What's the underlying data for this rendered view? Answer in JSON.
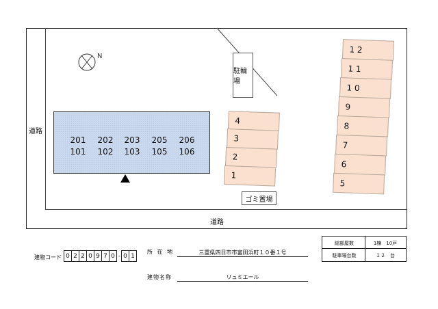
{
  "site_plan": {
    "road_left": "道路",
    "road_bottom": "道路",
    "bike_parking": "駐輪場",
    "garbage": "ゴミ置場",
    "compass": "N-icon",
    "building_units_upper": [
      "201",
      "202",
      "203",
      "205",
      "206"
    ],
    "building_units_lower": [
      "101",
      "102",
      "103",
      "105",
      "106"
    ],
    "parking_left": [
      "4",
      "3",
      "2",
      "1"
    ],
    "parking_right": [
      "1 2",
      "1 1",
      "1 0",
      "9",
      "8",
      "7",
      "6",
      "5"
    ],
    "colors": {
      "building": "#c9d8ec",
      "parking": "#fbe0cf"
    }
  },
  "info": {
    "code_label": "建物コード",
    "code_digits": [
      "0",
      "2",
      "2",
      "0",
      "9",
      "7",
      "0",
      "-",
      "0",
      "1"
    ],
    "address_label": "所 在 地",
    "address_value": "三重県四日市市富田浜町１０番１号",
    "building_name_label": "建物名称",
    "building_name_value": "リュミエール",
    "summary": [
      {
        "key": "総部屋数",
        "value": "1棟　10戸"
      },
      {
        "key": "駐車場台数",
        "value": "１２　台"
      }
    ]
  }
}
